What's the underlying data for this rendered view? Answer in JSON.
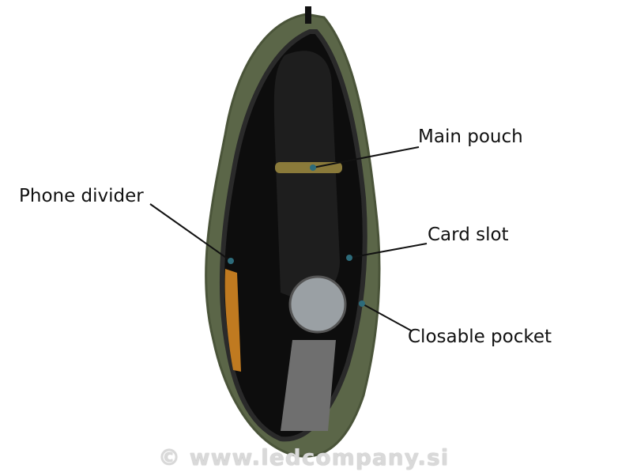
{
  "labels": {
    "main_pouch": "Main pouch",
    "phone_divider": "Phone divider",
    "card_slot": "Card slot",
    "closable_pocket": "Closable pocket"
  },
  "watermark": "© www.ledcompany.si",
  "colors": {
    "pouch": "#5b6648",
    "leader_dot": "#2d6b7a"
  }
}
